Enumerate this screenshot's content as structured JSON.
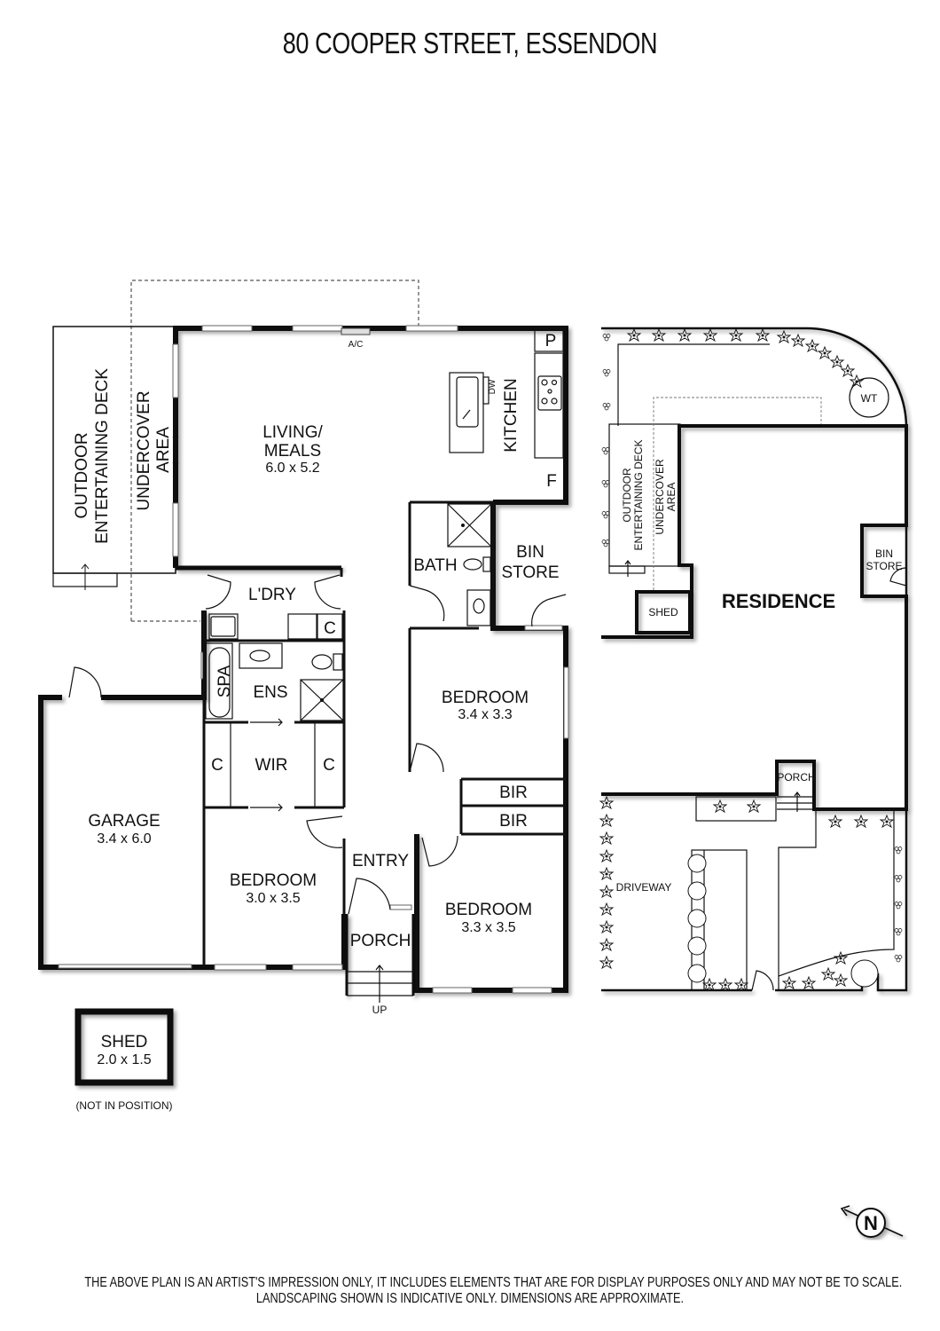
{
  "header": {
    "title": "80 COOPER STREET, ESSENDON"
  },
  "floor_plan": {
    "rooms": [
      {
        "id": "living",
        "name": "LIVING/",
        "name2": "MEALS",
        "dim": "6.0 x 5.2"
      },
      {
        "id": "kitchen",
        "name": "KITCHEN"
      },
      {
        "id": "outdoor_deck",
        "name": "OUTDOOR",
        "name2": "ENTERTAINING DECK"
      },
      {
        "id": "undercover",
        "name": "UNDERCOVER",
        "name2": "AREA"
      },
      {
        "id": "bath",
        "name": "BATH"
      },
      {
        "id": "bin_store",
        "name": "BIN",
        "name2": "STORE"
      },
      {
        "id": "laundry",
        "name": "L'DRY"
      },
      {
        "id": "ensuite",
        "name": "ENS"
      },
      {
        "id": "spa",
        "name": "SPA"
      },
      {
        "id": "wir",
        "name": "WIR"
      },
      {
        "id": "bedroom1",
        "name": "BEDROOM",
        "dim": "3.4 x 3.3"
      },
      {
        "id": "bir1",
        "name": "BIR"
      },
      {
        "id": "bir2",
        "name": "BIR"
      },
      {
        "id": "garage",
        "name": "GARAGE",
        "dim": "3.4 x 6.0"
      },
      {
        "id": "bedroom2",
        "name": "BEDROOM",
        "dim": "3.0 x 3.5"
      },
      {
        "id": "entry",
        "name": "ENTRY"
      },
      {
        "id": "porch",
        "name": "PORCH"
      },
      {
        "id": "bedroom3",
        "name": "BEDROOM",
        "dim": "3.3 x 3.5"
      },
      {
        "id": "shed",
        "name": "SHED",
        "dim": "2.0 x 1.5",
        "note": "(NOT IN POSITION)"
      }
    ],
    "fixtures": {
      "ac": "A/C",
      "pantry": "P",
      "fridge": "F",
      "dishwasher": "DW",
      "cupboard": "C",
      "stairs_up": "UP"
    }
  },
  "site_plan": {
    "labels": {
      "residence": "RESIDENCE",
      "outdoor_deck": "OUTDOOR",
      "outdoor_deck2": "ENTERTAINING DECK",
      "undercover": "UNDERCOVER",
      "undercover2": "AREA",
      "shed": "SHED",
      "bin_store": "BIN",
      "bin_store2": "STORE",
      "water_tank": "WT",
      "porch": "PORCH",
      "driveway": "DRIVEWAY"
    }
  },
  "compass": {
    "label": "N"
  },
  "footer": {
    "line1": "THE ABOVE PLAN IS AN ARTIST'S IMPRESSION ONLY, IT INCLUDES ELEMENTS THAT ARE FOR DISPLAY PURPOSES ONLY AND MAY NOT BE TO SCALE.",
    "line2": "LANDSCAPING SHOWN IS INDICATIVE ONLY. DIMENSIONS ARE APPROXIMATE."
  }
}
